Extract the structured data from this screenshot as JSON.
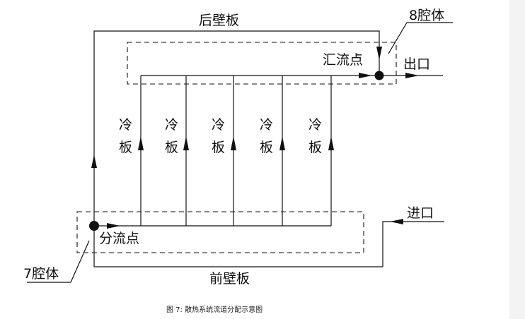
{
  "labels": {
    "rear_wall": "后壁板",
    "front_wall": "前壁板",
    "cavity8": "8腔体",
    "cavity7": "7腔体",
    "confluence": "汇流点",
    "split": "分流点",
    "outlet": "出口",
    "inlet": "进口"
  },
  "plates": [
    {
      "line1": "冷",
      "line2": "板"
    },
    {
      "line1": "冷",
      "line2": "板"
    },
    {
      "line1": "冷",
      "line2": "板"
    },
    {
      "line1": "冷",
      "line2": "板"
    },
    {
      "line1": "冷",
      "line2": "板"
    }
  ],
  "caption": "图 7: 散热系统流道分配示意图"
}
